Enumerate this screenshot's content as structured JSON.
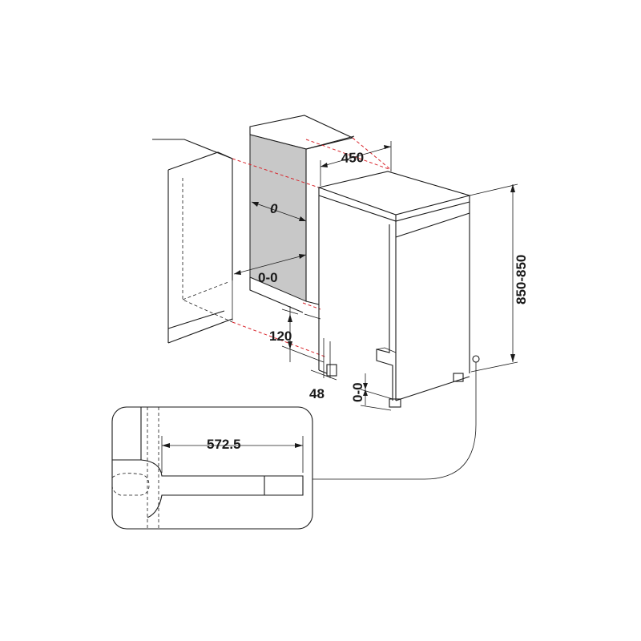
{
  "dimensions": {
    "width": "450",
    "height": "850-850",
    "niche_depth": "0",
    "niche_offset": "0-0",
    "plinth_height": "120",
    "plinth_depth": "48",
    "foot_adjust": "0-0",
    "door_depth": "572.5"
  },
  "colors": {
    "line": "#1a1a1a",
    "guide": "#d8232a",
    "wall_fill": "#c8c8c8",
    "background": "#ffffff"
  }
}
